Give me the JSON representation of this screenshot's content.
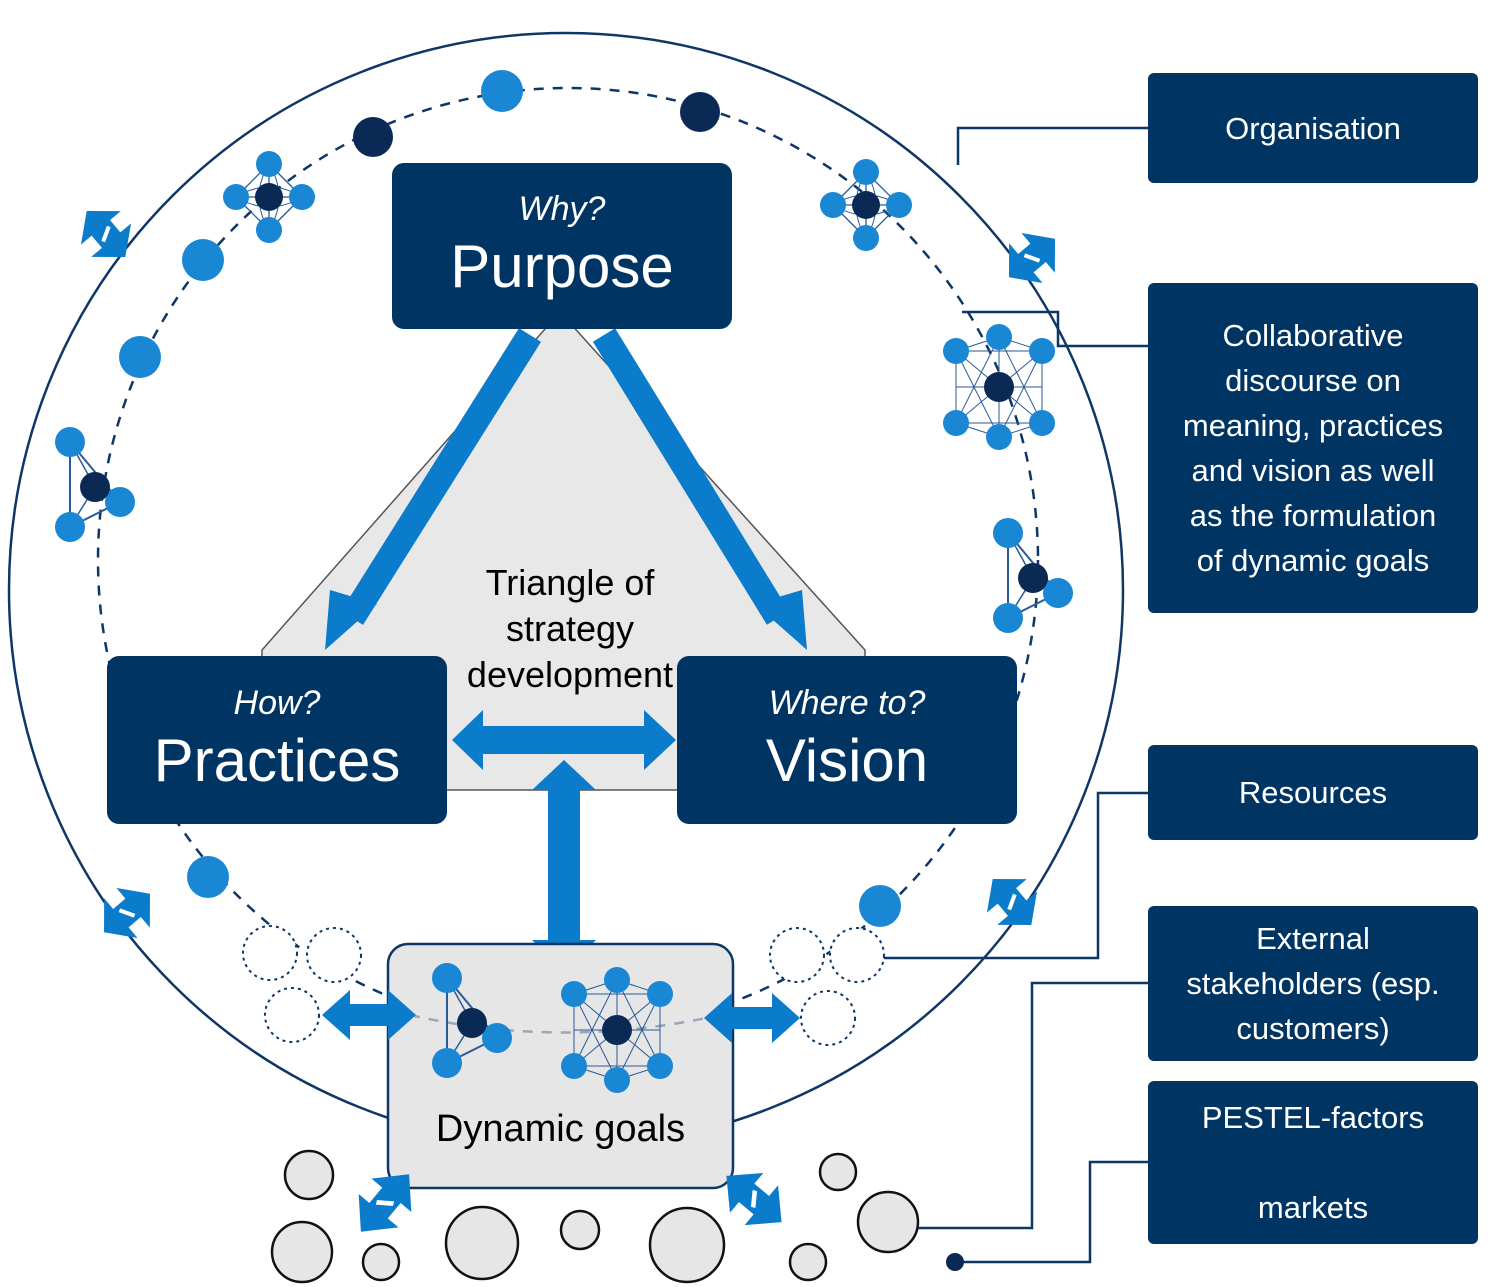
{
  "center_label": [
    "Triangle of",
    "strategy",
    "development"
  ],
  "nodes": {
    "purpose": {
      "question": "Why?",
      "title": "Purpose"
    },
    "practices": {
      "question": "How?",
      "title": "Practices"
    },
    "vision": {
      "question": "Where to?",
      "title": "Vision"
    }
  },
  "dynamic_goals_label": "Dynamic goals",
  "side_boxes": {
    "organisation": [
      "Organisation"
    ],
    "collaborative": [
      "Collaborative",
      "discourse on",
      "meaning, practices",
      "and vision as well",
      "as the formulation",
      "of dynamic goals"
    ],
    "resources": [
      "Resources"
    ],
    "stakeholders": [
      "External",
      "stakeholders (esp.",
      "customers)"
    ],
    "pestel": [
      "PESTEL-factors",
      "",
      "markets"
    ]
  },
  "colors": {
    "navy": "#003462",
    "accent_blue": "#0b7bcb",
    "light_blue": "#1a87d4",
    "triangle_fill": "#e8e8e8",
    "bubble_fill": "#e6e6e6"
  }
}
